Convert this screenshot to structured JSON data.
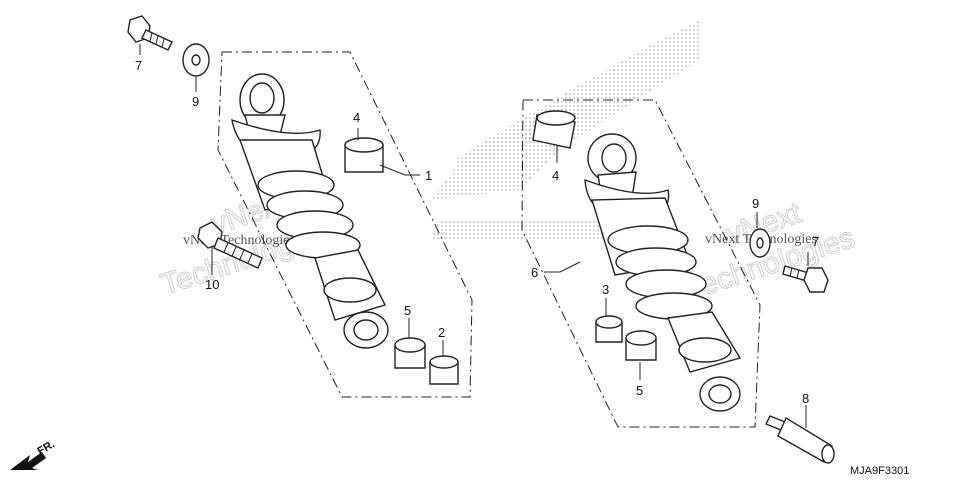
{
  "callouts": {
    "c1": "1",
    "c2": "2",
    "c3": "3",
    "c4a": "4",
    "c4b": "4",
    "c5a": "5",
    "c5b": "5",
    "c6": "6",
    "c7a": "7",
    "c7b": "7",
    "c8": "8",
    "c9a": "9",
    "c9b": "9",
    "c10": "10"
  },
  "watermark": {
    "line1": "vNext",
    "line2": "Technologies",
    "small": "vNext Technologies"
  },
  "direction": {
    "label": "FR."
  },
  "diagram_code": "MJA9F3301",
  "colors": {
    "ink": "#222222",
    "halftone": "#b5b5b5",
    "background": "#ffffff"
  }
}
